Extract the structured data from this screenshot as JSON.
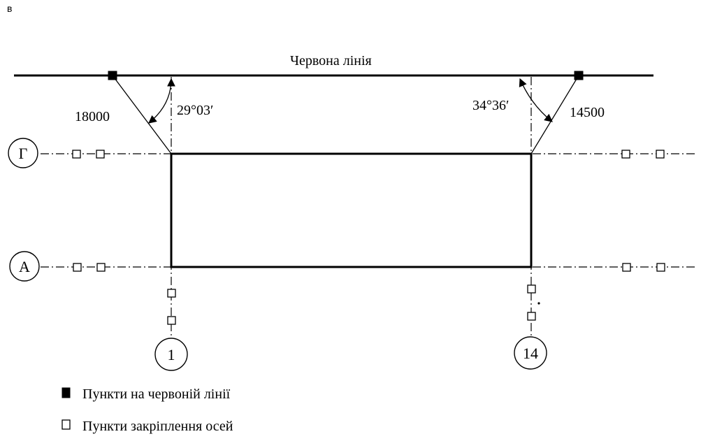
{
  "corner_letter": "в",
  "red_line_label": "Червона лінія",
  "distances": {
    "left": "18000",
    "right": "14500"
  },
  "angles": {
    "left": "29°03′",
    "right": "34°36′"
  },
  "axes": {
    "top": "Г",
    "bottom": "А",
    "left": "1",
    "right": "14"
  },
  "legend": {
    "filled": "Пункти на червоній лінії",
    "open": "Пункти закріплення осей"
  }
}
